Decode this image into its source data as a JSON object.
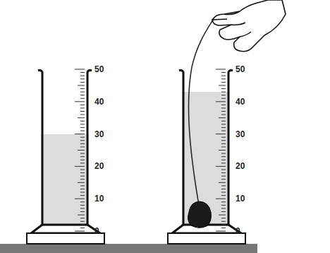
{
  "diagram": {
    "labels": [
      "50",
      "40",
      "30",
      "20",
      "10",
      "0",
      "50",
      "40",
      "30",
      "20",
      "10",
      "0"
    ]
  }
}
